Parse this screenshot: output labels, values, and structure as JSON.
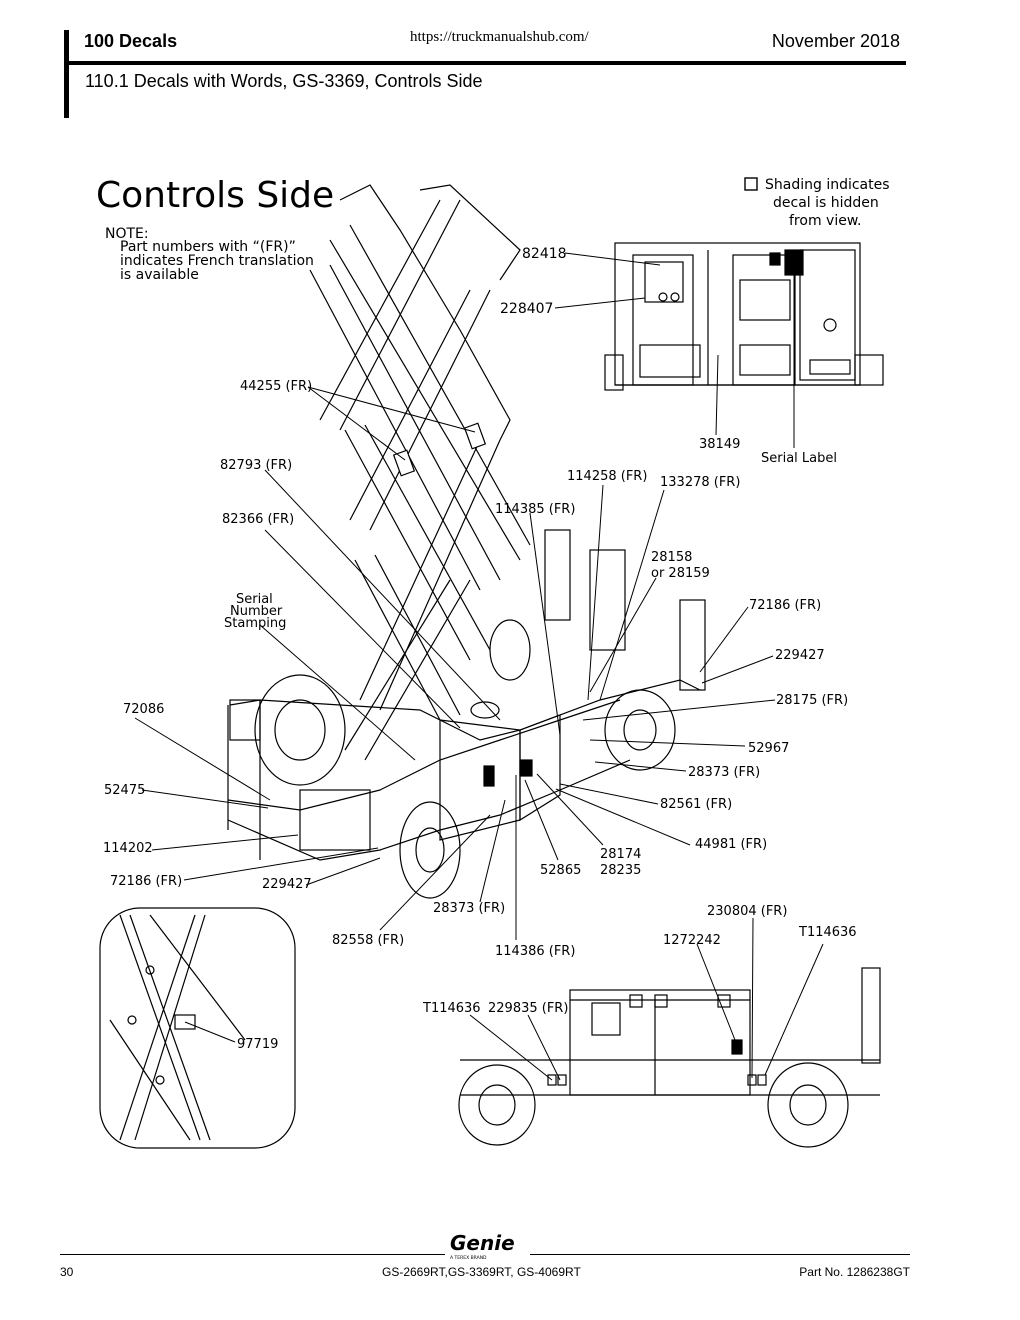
{
  "header": {
    "section": "100 Decals",
    "url": "https://truckmanualshub.com/",
    "date": "November 2018",
    "subtitle": "110.1 Decals with Words, GS-3369, Controls Side"
  },
  "diagram": {
    "title": "Controls Side",
    "note_heading": "NOTE:",
    "note_line1": "Part numbers with “(FR)”",
    "note_line2": "indicates French translation",
    "note_line3": "is available",
    "legend_line1": "Shading indicates",
    "legend_line2": "decal is hidden",
    "legend_line3": "from view.",
    "callouts": {
      "c82418": "82418",
      "c228407": "228407",
      "c38149": "38149",
      "serial_label": "Serial Label",
      "c44255": "44255 (FR)",
      "c82793": "82793 (FR)",
      "c82366": "82366 (FR)",
      "c114258": "114258 (FR)",
      "c133278": "133278 (FR)",
      "c114385": "114385 (FR)",
      "c28158a": "28158",
      "c28158b": "or 28159",
      "serial_stamp1": "Serial",
      "serial_stamp2": "Number",
      "serial_stamp3": "Stamping",
      "c72186a": "72186 (FR)",
      "c229427a": "229427",
      "c28175": "28175 (FR)",
      "c72086": "72086",
      "c52967": "52967",
      "c28373a": "28373 (FR)",
      "c52475": "52475",
      "c82561": "82561 (FR)",
      "c44981": "44981 (FR)",
      "c114202": "114202",
      "c28174": "28174",
      "c28235": "28235",
      "c52865": "52865",
      "c72186b": "72186 (FR)",
      "c229427b": "229427",
      "c28373b": "28373 (FR)",
      "c230804": "230804 (FR)",
      "cT114636a": "T114636",
      "c82558": "82558 (FR)",
      "c1272242": "1272242",
      "c114386": "114386 (FR)",
      "cT114636b": "T114636",
      "c229835": "229835 (FR)",
      "c97719": "97719"
    }
  },
  "footer": {
    "logo_text": "Genie",
    "logo_sub": "A TEREX BRAND",
    "page_number": "30",
    "models": "GS-2669RT,GS-3369RT, GS-4069RT",
    "part_no": "Part No. 1286238GT"
  }
}
